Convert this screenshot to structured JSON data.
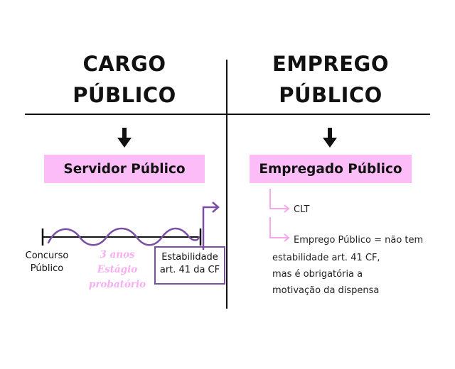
{
  "left": {
    "heading_line1": "CARGO",
    "heading_line2": "PÚBLICO",
    "pill": "Servidor Público",
    "timeline_start": [
      "Concurso",
      "Público"
    ],
    "stagio": [
      "3 anos",
      "Estágio",
      "probatório"
    ],
    "stability": [
      "Estabilidade",
      "art. 41 da CF"
    ]
  },
  "right": {
    "heading_line1": "EMPREGO",
    "heading_line2": "PÚBLICO",
    "pill": "Empregado Público",
    "item1": "CLT",
    "item2_lines": [
      "Emprego Público = não tem",
      "estabilidade art. 41 CF,",
      "mas é obrigatória a",
      "motivação da dispensa"
    ]
  },
  "colors": {
    "pill": "#fcbcf8",
    "purple": "#7a4ea3",
    "light_purple": "#c79bd9",
    "stagio": "#f7aef3"
  }
}
